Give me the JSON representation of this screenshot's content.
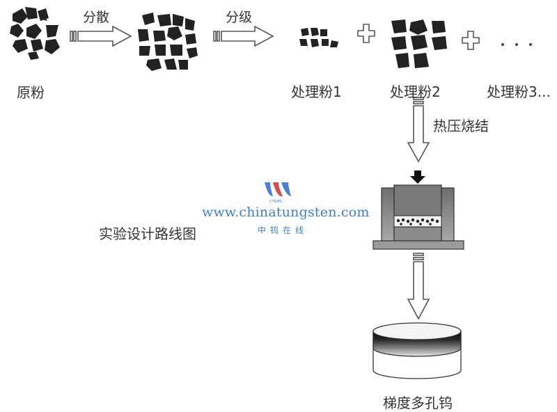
{
  "labels": {
    "raw_powder": "原粉",
    "disperse": "分散",
    "classify": "分级",
    "treated_1": "处理粉1",
    "treated_2": "处理粉2",
    "treated_3": "处理粉3...",
    "hot_press": "热压烧结",
    "route": "实验设计路线图",
    "product": "梯度多孔钨"
  },
  "watermark": {
    "url": "www.chinatungsten.com",
    "chinese": "中钨在线",
    "abbr": "CTOMS"
  },
  "colors": {
    "particle": "#222222",
    "arrow_stroke": "#555555",
    "text": "#333333",
    "watermark": "#3d7fd0",
    "press_body": "#8a8a8a",
    "press_dark": "#3a3a3a"
  }
}
